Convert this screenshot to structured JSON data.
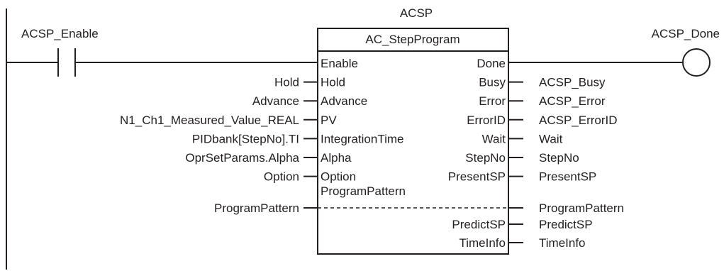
{
  "instance": {
    "name": "ACSP",
    "type": "AC_StepProgram"
  },
  "contact": {
    "label": "ACSP_Enable"
  },
  "coil": {
    "label": "ACSP_Done"
  },
  "inputs": [
    {
      "pin": "Enable",
      "variable": ""
    },
    {
      "pin": "Hold",
      "variable": "Hold"
    },
    {
      "pin": "Advance",
      "variable": "Advance"
    },
    {
      "pin": "PV",
      "variable": "N1_Ch1_Measured_Value_REAL"
    },
    {
      "pin": "IntegrationTime",
      "variable": "PIDbank[StepNo].TI"
    },
    {
      "pin": "Alpha",
      "variable": "OprSetParams.Alpha"
    },
    {
      "pin": "Option",
      "variable": "Option"
    }
  ],
  "outputs": [
    {
      "pin": "Done",
      "variable": ""
    },
    {
      "pin": "Busy",
      "variable": "ACSP_Busy"
    },
    {
      "pin": "Error",
      "variable": "ACSP_Error"
    },
    {
      "pin": "ErrorID",
      "variable": "ACSP_ErrorID"
    },
    {
      "pin": "Wait",
      "variable": "Wait"
    },
    {
      "pin": "StepNo",
      "variable": "StepNo"
    },
    {
      "pin": "PresentSP",
      "variable": "PresentSP"
    }
  ],
  "inout": {
    "pin": "ProgramPattern",
    "input_variable": "ProgramPattern",
    "output_variable": "ProgramPattern"
  },
  "extra_outputs": [
    {
      "pin": "PredictSP",
      "variable": "PredictSP"
    },
    {
      "pin": "TimeInfo",
      "variable": "TimeInfo"
    }
  ]
}
